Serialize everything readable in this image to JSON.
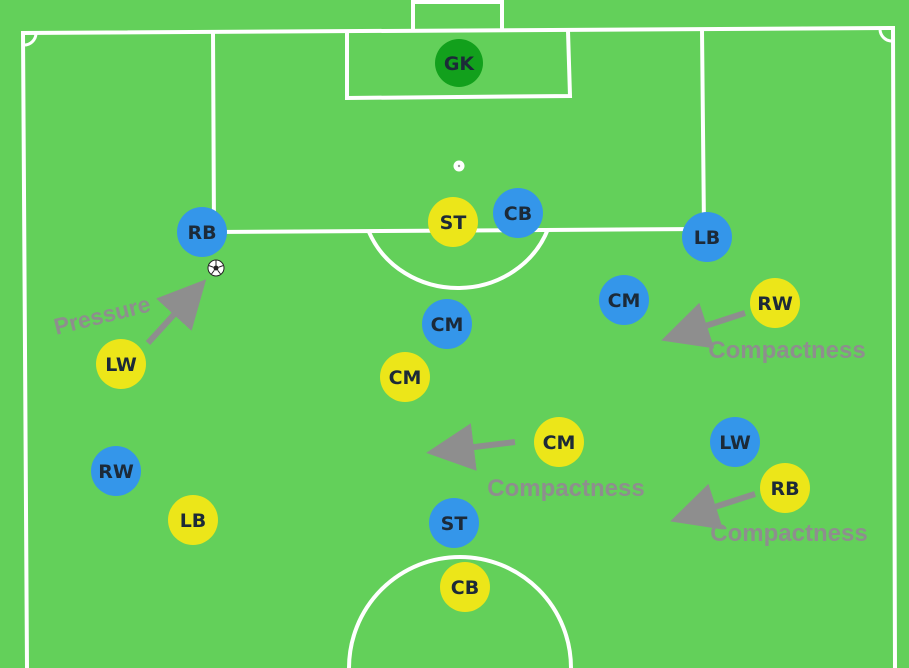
{
  "colors": {
    "pitch": "#63d05a",
    "lines": "#ffffff",
    "team_yellow": "#ece619",
    "team_blue": "#3496ea",
    "goalkeeper": "#12a01c",
    "annotation": "#8e8e8e"
  },
  "players": {
    "gk": {
      "label": "GK",
      "team": "goalkeeper"
    },
    "yellow": {
      "st": "ST",
      "lw": "LW",
      "cm_left": "CM",
      "cm_right": "CM",
      "rw": "RW",
      "lb": "LB",
      "rb": "RB",
      "cb": "CB"
    },
    "blue": {
      "rb": "RB",
      "cb": "CB",
      "lb": "LB",
      "cm_left": "CM",
      "cm_right": "CM",
      "rw": "RW",
      "lw": "LW",
      "st": "ST"
    }
  },
  "annotations": {
    "pressure": "Pressure",
    "compactness_rw": "Compactness",
    "compactness_cm": "Compactness",
    "compactness_rb": "Compactness"
  },
  "ball": {
    "icon": "soccer-ball-icon"
  }
}
